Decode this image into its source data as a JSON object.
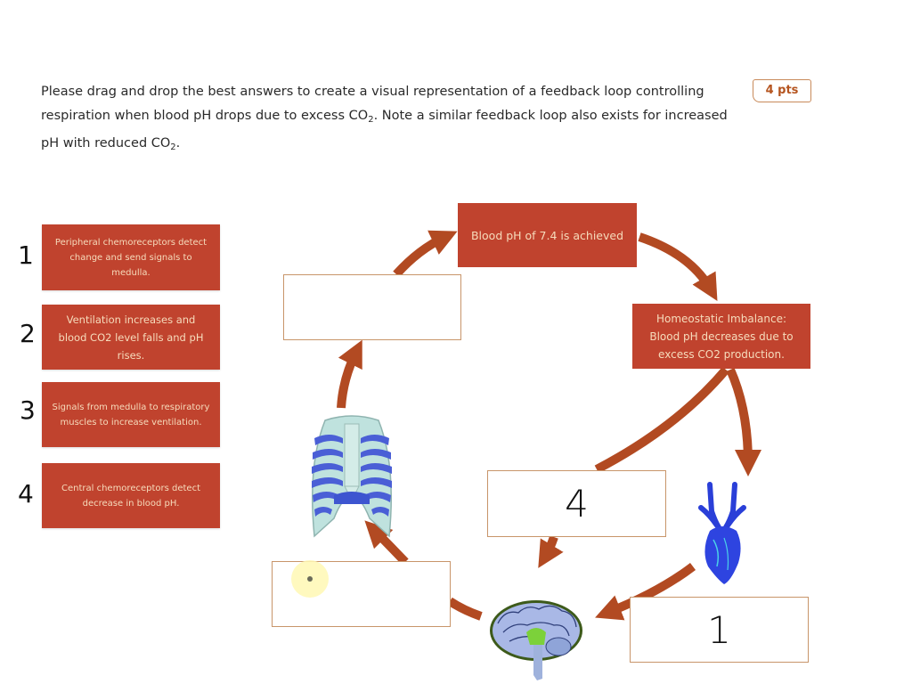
{
  "question": {
    "line1": "Please drag and drop the best answers to create a visual representation of a feedback loop controlling",
    "line2_pre": "respiration when blood pH drops due to excess CO",
    "line2_sub": "2",
    "line2_post": ". Note a similar feedback loop also exists for increased",
    "line3_pre": "pH with reduced CO",
    "line3_sub": "2",
    "line3_post": ".",
    "points": "4 pts"
  },
  "answers": [
    {
      "label": "Peripheral chemoreceptors detect change and send signals to medulla.",
      "handwritten_number": "1"
    },
    {
      "label": "Ventilation increases and blood CO2 level falls and pH rises.",
      "handwritten_number": "2"
    },
    {
      "label": "Signals from medulla to respiratory muscles to increase ventilation.",
      "handwritten_number": "3"
    },
    {
      "label": "Central chemoreceptors detect decrease in blood pH.",
      "handwritten_number": "4"
    }
  ],
  "diagram": {
    "fixed_boxes": {
      "top": "Blood pH of 7.4 is achieved",
      "right": "Homeostatic Imbalance: Blood pH decreases due to excess CO2 production."
    },
    "drop_zones": {
      "upper_left": "",
      "middle": "4",
      "lower_left": "",
      "lower_right": "1"
    },
    "images": [
      "rib-cage",
      "brain",
      "heart"
    ]
  },
  "colors": {
    "box_fill": "#c0432e",
    "box_text": "#f6dcbc",
    "arrow": "#b24a22",
    "drop_border": "#c8956a",
    "points_accent": "#b5541f"
  }
}
